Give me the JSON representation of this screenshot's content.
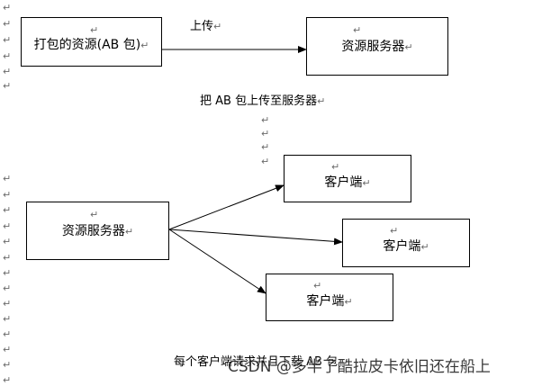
{
  "nodes": {
    "packaged": {
      "label": "打包的资源(AB 包)"
    },
    "server_top": {
      "label": "资源服务器"
    },
    "server_bottom": {
      "label": "资源服务器"
    },
    "client_1": {
      "label": "客户端"
    },
    "client_2": {
      "label": "客户端"
    },
    "client_3": {
      "label": "客户端"
    }
  },
  "edges": {
    "upload_label": "上传"
  },
  "captions": {
    "upload_caption": "把 AB 包上传至服务器",
    "download_caption": "每个客户端请求并且下载 AB 包"
  },
  "watermark": "CSDN @多半了酷拉皮卡依旧还在船上",
  "paragraph_mark": "↵"
}
